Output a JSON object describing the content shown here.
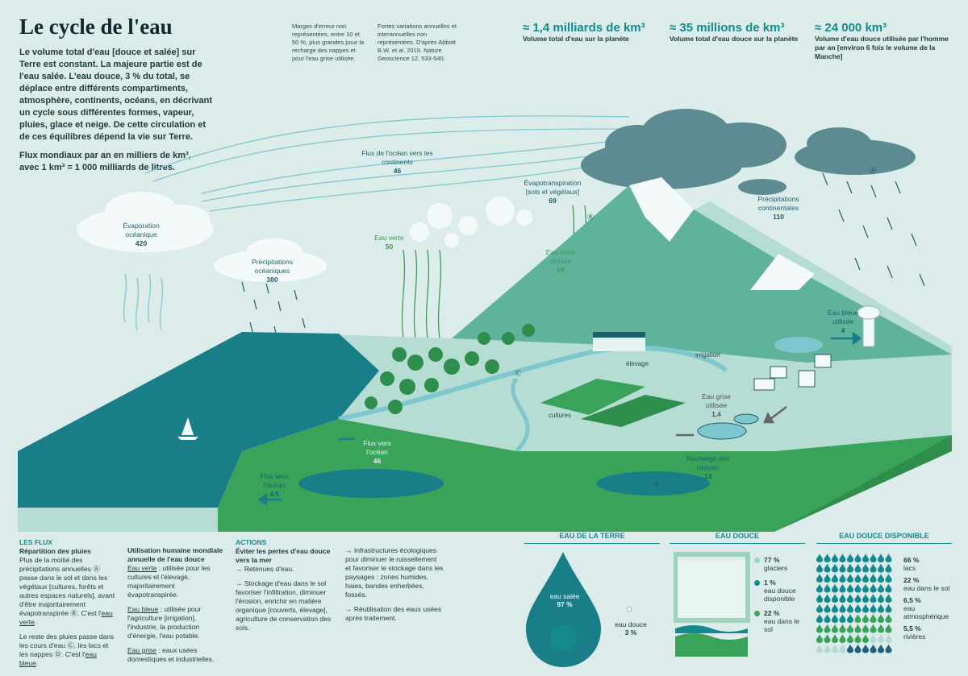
{
  "title": "Le cycle de l'eau",
  "intro": {
    "p1": "Le volume total d'eau [douce et salée] sur Terre est constant. La majeure partie est de l'eau salée. L'eau douce, 3 % du total, se déplace entre différents compartiments, atmosphère, continents, océans, en décrivant un cycle sous différentes formes, vapeur, pluies, glace et neige. De cette circulation et de ces équilibres dépend la vie sur Terre.",
    "p2": "Flux mondiaux par an en milliers de km³, avec 1 km³ = 1 000 milliards de litres."
  },
  "notes": {
    "margin": "Marges d'erreur non représentées, entre 10 et 50 %, plus grandes pour la recharge des nappes et pour l'eau grise utilisée.",
    "source": "Fortes variations annuelles et interannuelles non représentées. D'après Abbott B.W. et al. 2019. Nature Geoscience 12, 533-540."
  },
  "stats": [
    {
      "value": "≈ 1,4 milliards de km³",
      "label": "Volume total d'eau sur la planète"
    },
    {
      "value": "≈ 35 millions de km³",
      "label": "Volume total d'eau douce sur la planète"
    },
    {
      "value": "≈ 24 000 km³",
      "label": "Volume d'eau douce utilisée par l'homme par an [environ 6 fois le volume de la Manche]"
    }
  ],
  "flows": {
    "evap_ocean": {
      "label": "Évaporation océanique",
      "value": "420"
    },
    "precip_ocean": {
      "label": "Précipitations océaniques",
      "value": "380"
    },
    "ocean_to_land": {
      "label": "Flux de l'océan vers les continents",
      "value": "46"
    },
    "green_water": {
      "label": "Eau verte",
      "value": "50"
    },
    "evapotranspiration": {
      "label": "Évapotranspiration [sols et végétaux]",
      "value": "69"
    },
    "green_used": {
      "label": "Eau verte utilisée",
      "value": "19"
    },
    "precip_cont": {
      "label": "Précipitations continentales",
      "value": "110"
    },
    "blue_used": {
      "label": "Eau bleue utilisée",
      "value": "4"
    },
    "grey_used": {
      "label": "Eau grise utilisée",
      "value": "1,4"
    },
    "recharge": {
      "label": "Recharge des nappes",
      "value": "13"
    },
    "flux_ocean1": {
      "label": "Flux vers l'océan",
      "value": "46"
    },
    "flux_ocean2": {
      "label": "Flux vers l'océan",
      "value": "4,5"
    }
  },
  "scene_labels": {
    "irrigation": "irrigation",
    "elevage": "élevage",
    "cultures": "cultures",
    "mA": "Ⓐ",
    "mB": "Ⓑ",
    "mC": "Ⓒ",
    "mD": "Ⓓ"
  },
  "bottom": {
    "flux": {
      "head": "LES FLUX",
      "sub": "Répartition des pluies",
      "p1": "Plus de la moitié des précipitations annuelles Ⓐ passe dans le sol et dans les végétaux [cultures, forêts et autres espaces naturels], avant d'être majoritairement évapotranspirée Ⓑ.",
      "p1b": "C'est l'",
      "p1u": "eau verte",
      "p2": "Le reste des pluies passe dans les cours d'eau Ⓒ, les lacs et les nappes Ⓓ. C'est l'",
      "p2u": "eau bleue"
    },
    "usage": {
      "sub": "Utilisation humaine mondiale annuelle de l'eau douce",
      "verte_u": "Eau verte",
      "verte": " : utilisée pour les cultures et l'élevage, majoritairement évapotranspirée.",
      "bleue_u": "Eau bleue",
      "bleue": " : utilisée pour l'agriculture [irrigation], l'industrie, la production d'énergie, l'eau potable.",
      "grise_u": "Eau grise",
      "grise": " : eaux usées domestiques et industrielles."
    },
    "actions": {
      "head": "ACTIONS",
      "sub": "Éviter les pertes d'eau douce vers la mer",
      "a1": "→ Retenues d'eau.",
      "a2": "→ Stockage d'eau dans le sol favoriser l'infiltration, diminuer l'érosion, enrichir en matière organique [couverts, élevage], agriculture de conservation des sols."
    },
    "actions2": {
      "a3": "→ Infrastructures écologiques pour diminuer le ruissellement et favoriser le stockage dans les paysages : zones humides, haies, bandes enherbées, fossés.",
      "a4": "→ Réutilisation des eaux usées après traitement."
    }
  },
  "eau_terre": {
    "head": "EAU DE LA TERRE",
    "salee_label": "eau salée",
    "salee_pct": "97 %",
    "douce_label": "eau douce",
    "douce_pct": "3 %"
  },
  "eau_douce": {
    "head": "EAU DOUCE",
    "items": [
      {
        "pct": "77 %",
        "label": "glaciers",
        "color": "#9fd3bf"
      },
      {
        "pct": "1 %",
        "label": "eau douce disponible",
        "color": "#138a8d"
      },
      {
        "pct": "22 %",
        "label": "eau dans le sol",
        "color": "#3aa35a"
      }
    ]
  },
  "eau_dispo": {
    "head": "EAU DOUCE DISPONIBLE",
    "items": [
      {
        "pct": "66 %",
        "label": "lacs",
        "color": "#138a8d"
      },
      {
        "pct": "22 %",
        "label": "eau dans le sol",
        "color": "#3aa35a"
      },
      {
        "pct": "6,5 %",
        "label": "eau atmosphérique",
        "color": "#b8d8d4"
      },
      {
        "pct": "5,5 %",
        "label": "rivières",
        "color": "#1d5f80"
      }
    ]
  }
}
